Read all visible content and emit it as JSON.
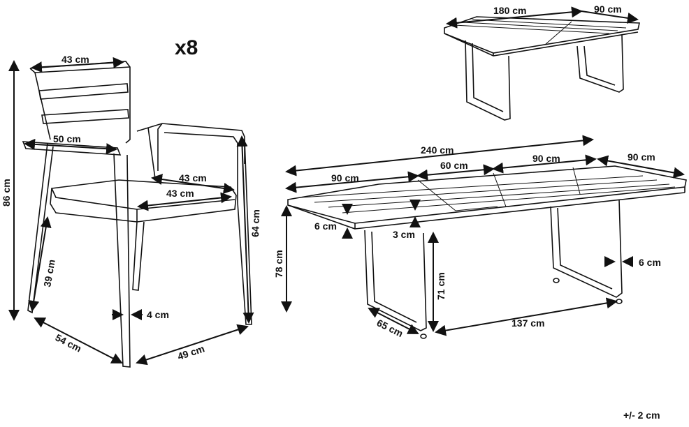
{
  "quantity": "x8",
  "tolerance": "+/- 2 cm",
  "chair": {
    "width_top": "43 cm",
    "arm_depth": "50 cm",
    "seat_width": "43 cm",
    "seat_depth": "43 cm",
    "height": "86 cm",
    "seat_height": "39 cm",
    "arm_height": "64 cm",
    "leg_width": "4 cm",
    "base_depth": "54 cm",
    "base_width": "49 cm"
  },
  "table_compact": {
    "length": "180 cm",
    "width": "90 cm"
  },
  "table_extended": {
    "length_total": "240 cm",
    "section_left": "90 cm",
    "section_middle": "60 cm",
    "section_right": "90 cm",
    "width": "90 cm",
    "top_thickness": "6 cm",
    "apron": "3 cm",
    "height": "78 cm",
    "leg_clearance": "71 cm",
    "leg_width": "6 cm",
    "base_depth": "65 cm",
    "leg_span": "137 cm"
  }
}
